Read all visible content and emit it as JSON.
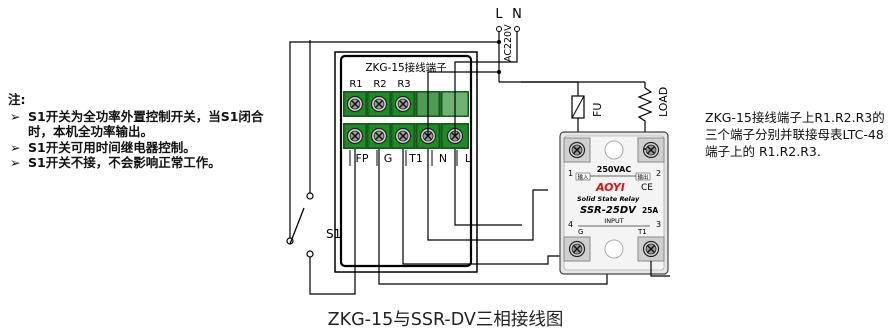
{
  "notes": {
    "title": "注:",
    "items": [
      "S1开关为全功率外置控制开关，当S1闭合时，本机全功率输出。",
      "S1开关可用时间继电器控制。",
      "S1开关不接，不会影响正常工作。"
    ]
  },
  "side_note": "ZKG-15接线端子上R1.R2.R3的三个端子分别并联接母表LTC-48端子上的 R1.R2.R3.",
  "caption": "ZKG-15与SSR-DV三相接线图",
  "terminal_block": {
    "title": "ZKG-15接线端子",
    "top_labels": [
      "R1",
      "R2",
      "R3"
    ],
    "bottom_labels": [
      "FP",
      "G",
      "T1",
      "N",
      "L"
    ]
  },
  "power": {
    "L": "L",
    "N": "N",
    "voltage": "AC220V",
    "fuse": "FU",
    "load": "LOAD",
    "switch": "S1"
  },
  "ssr": {
    "rating": "250VAC",
    "in_label": "输入",
    "out_label": "输出",
    "brand": "AOYI",
    "ce": "CE",
    "subtitle": "Solid State Relay",
    "model": "SSR-25DV",
    "current": "25A",
    "input_label": "INPUT",
    "pin1": "1",
    "pin2": "2",
    "pin3": "3",
    "pin4": "4",
    "g": "G",
    "t1": "T1"
  },
  "colors": {
    "terminal_green": "#1e8a28",
    "block_green": "#2e7d32",
    "empty_slot": "#4f9a55"
  }
}
